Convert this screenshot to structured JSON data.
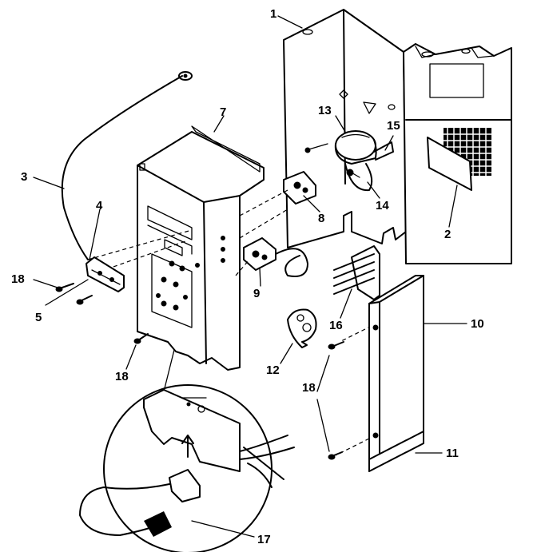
{
  "diagram": {
    "callouts": [
      {
        "id": "c1",
        "label": "1"
      },
      {
        "id": "c2",
        "label": "2"
      },
      {
        "id": "c3",
        "label": "3"
      },
      {
        "id": "c4",
        "label": "4"
      },
      {
        "id": "c5",
        "label": "5"
      },
      {
        "id": "c7",
        "label": "7"
      },
      {
        "id": "c8",
        "label": "8"
      },
      {
        "id": "c9",
        "label": "9"
      },
      {
        "id": "c10",
        "label": "10"
      },
      {
        "id": "c11",
        "label": "11"
      },
      {
        "id": "c12",
        "label": "12"
      },
      {
        "id": "c13",
        "label": "13"
      },
      {
        "id": "c14",
        "label": "14"
      },
      {
        "id": "c15",
        "label": "15"
      },
      {
        "id": "c16",
        "label": "16"
      },
      {
        "id": "c17",
        "label": "17"
      },
      {
        "id": "c18a",
        "label": "18"
      },
      {
        "id": "c18b",
        "label": "18"
      },
      {
        "id": "c18c",
        "label": "18"
      }
    ]
  }
}
